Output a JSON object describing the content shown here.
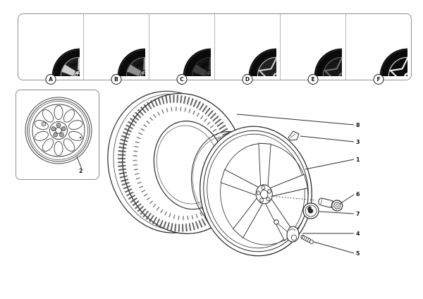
{
  "colors": {
    "background": "#ffffff",
    "panel_border": "#8f8f8f",
    "cell_divider": "#b7b7b7",
    "line_art": "#2b2b2b",
    "tire_black": "#0a0a0a",
    "label_text": "#111111"
  },
  "wheel_options": {
    "items": [
      {
        "label": "A",
        "design": "5-spoke",
        "finish": "silver",
        "spoke_color": "#cfcfcf",
        "face_color": "#1e1e1e"
      },
      {
        "label": "B",
        "design": "5-spoke",
        "finish": "grey",
        "spoke_color": "#8f8f8f",
        "face_color": "#1a1a1a"
      },
      {
        "label": "C",
        "design": "5-spoke",
        "finish": "dark",
        "spoke_color": "#3f3f3f",
        "face_color": "#141414"
      },
      {
        "label": "D",
        "design": "split-5-spoke",
        "finish": "silver",
        "spoke_color": "#c8c8c8",
        "face_color": "#202020"
      },
      {
        "label": "E",
        "design": "split-5-spoke",
        "finish": "grey",
        "spoke_color": "#6a6a6a",
        "face_color": "#161616"
      },
      {
        "label": "F",
        "design": "split-5-spoke",
        "finish": "black-bright",
        "spoke_color": "#ededed",
        "face_color": "#0a0a0a"
      }
    ]
  },
  "spare": {
    "callout": "2"
  },
  "diagram": {
    "callouts": [
      {
        "num": "8"
      },
      {
        "num": "3"
      },
      {
        "num": "1"
      },
      {
        "num": "6"
      },
      {
        "num": "7"
      },
      {
        "num": "4"
      },
      {
        "num": "5"
      }
    ]
  }
}
